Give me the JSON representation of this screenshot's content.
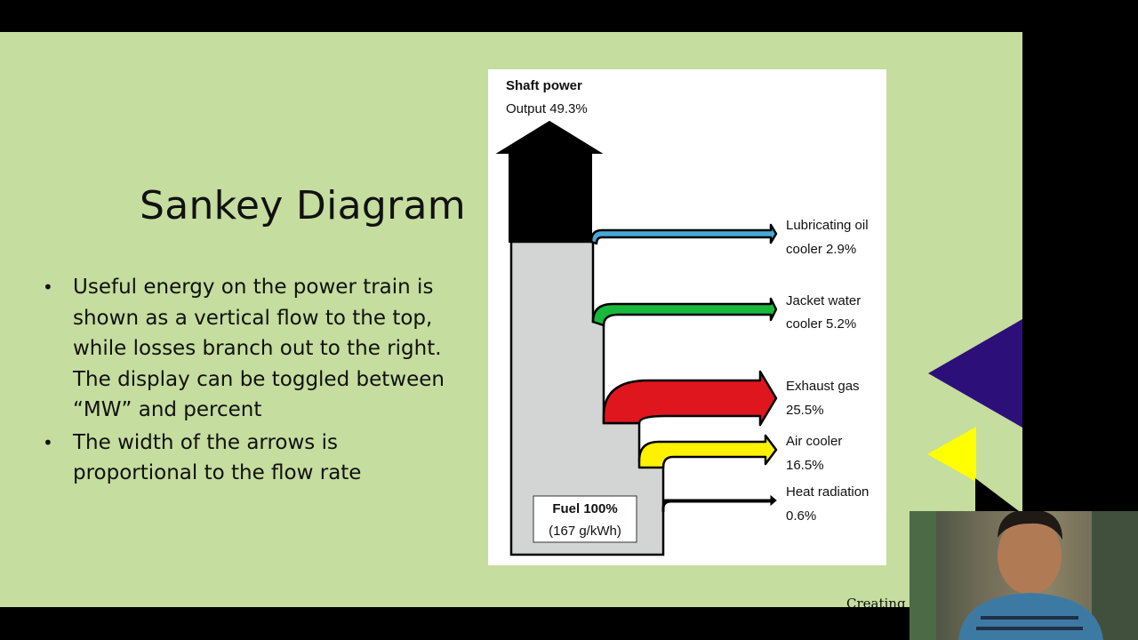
{
  "slide": {
    "title": "Sankey Diagram",
    "bullets": [
      "Useful energy on the power train is shown as a vertical flow to the top, while losses branch out to the right. The display can be toggled between “MW” and percent",
      "The width of the arrows is proportional to the flow rate"
    ]
  },
  "diagram": {
    "top_label": "Shaft power",
    "top_value": "Output 49.3%",
    "fuel_label": "Fuel 100%",
    "fuel_sub": "(167 g/kWh)",
    "flows": [
      {
        "line1": "Lubricating oil",
        "line2": "cooler 2.9%",
        "color": "#4aa8d8",
        "percent": 2.9
      },
      {
        "line1": "Jacket water",
        "line2": "cooler 5.2%",
        "color": "#17b83c",
        "percent": 5.2
      },
      {
        "line1": "Exhaust gas",
        "line2": "25.5%",
        "color": "#e0161f",
        "percent": 25.5
      },
      {
        "line1": "Air cooler",
        "line2": "16.5%",
        "color": "#fff200",
        "percent": 16.5
      },
      {
        "line1": "Heat radiation",
        "line2": "0.6%",
        "color": "#ffffff",
        "percent": 0.6
      }
    ],
    "trunk_color": "#d3d5d5",
    "output_color": "#000000"
  },
  "overlay": {
    "creating_text": "Creating"
  },
  "decor": {
    "navy": "#2d0f7a",
    "yellow": "#ffff00"
  }
}
